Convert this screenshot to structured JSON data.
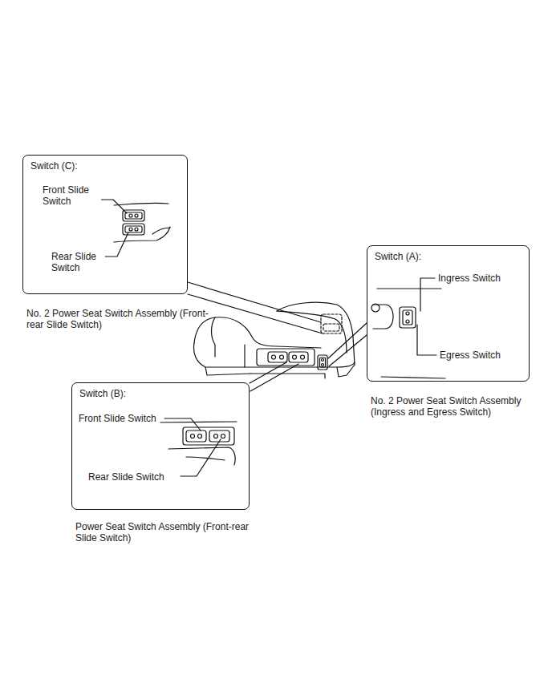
{
  "diagram": {
    "nodes": [
      {
        "text": [
          "Switch (C):",
          "No. 2 Power Seat Switch Assembly (Front-rear Slide Switch)"
        ]
      },
      {
        "text": [
          "Switch (A):",
          "No. 2 Power Seat Switch Assembly (Ingress and Egress Switch)"
        ]
      },
      {
        "text": [
          "Switch (B):",
          "Power Seat Switch Assembly (Front-rear Slide Switch)"
        ]
      }
    ],
    "labels": [
      "Front Slide Switch",
      "Rear Slide Switch",
      "Ingress Switch",
      "Egress Switch",
      "Front Slide Switch",
      "Rear Slide Switch"
    ]
  }
}
